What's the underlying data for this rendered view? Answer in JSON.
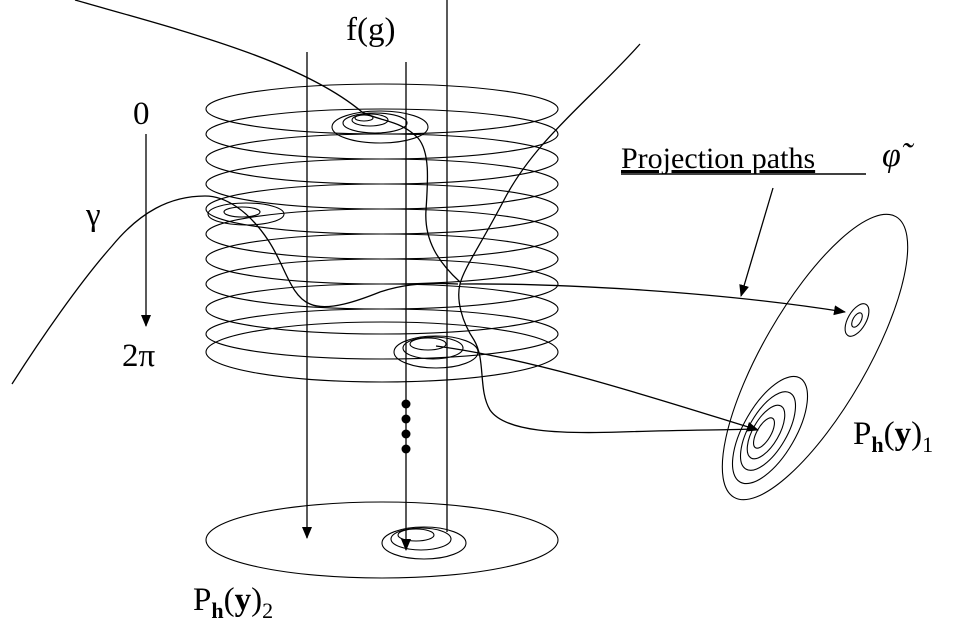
{
  "labels": {
    "top": "f(g)",
    "zero": "0",
    "gamma": "γ",
    "two_pi": "2π",
    "projection_paths": "Projection paths",
    "phi_tilde": "φ̃",
    "p_base": "P",
    "p_sub": "h",
    "y": "y",
    "index1": "1",
    "index2": "2",
    "paren_open": "(",
    "paren_close": ")"
  }
}
